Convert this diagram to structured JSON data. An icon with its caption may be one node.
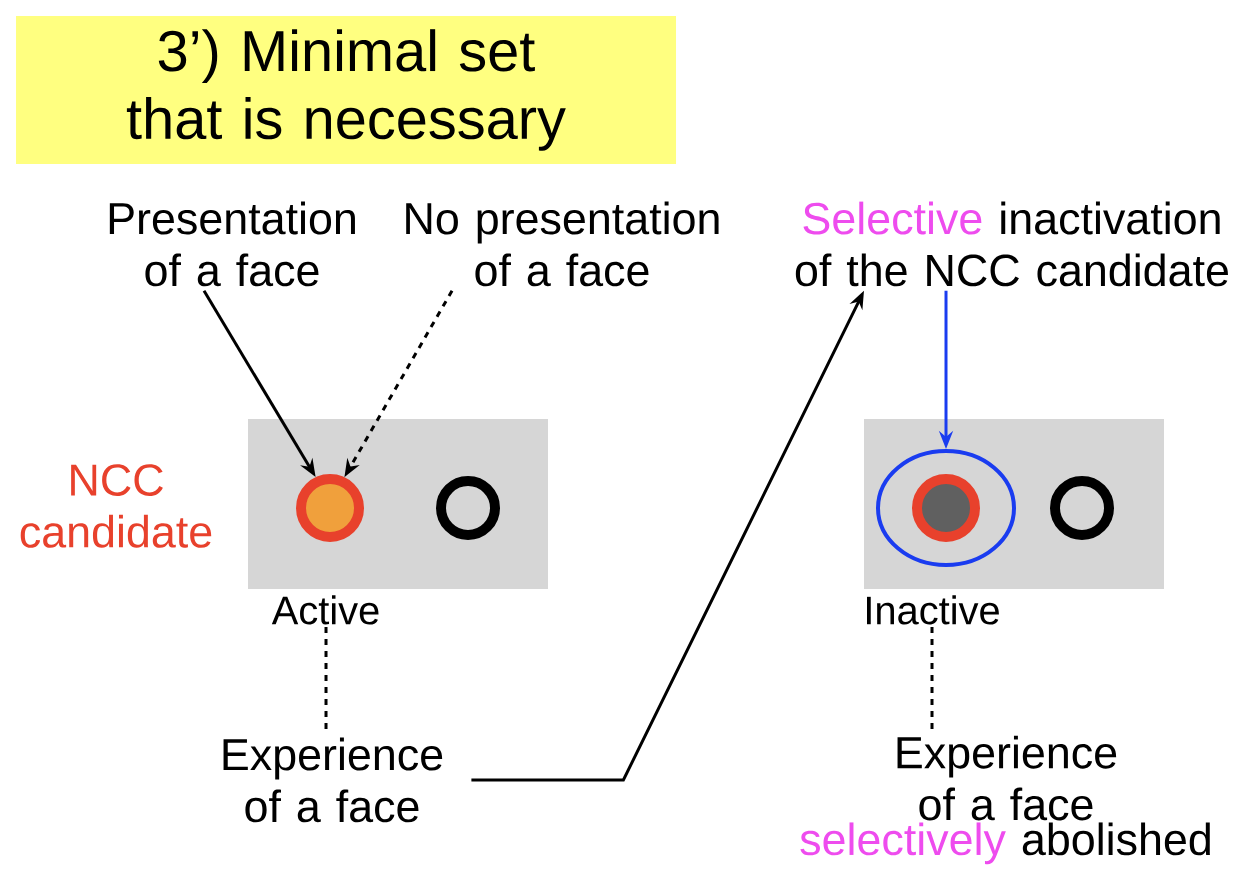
{
  "diagram": {
    "title": "3’) Minimal set that is necessary",
    "nodes": [
      {
        "text": [
          "Presentation of a face"
        ]
      },
      {
        "text": [
          "No presentation of a face"
        ]
      },
      {
        "text": [
          "Active"
        ],
        "beside": [
          "NCC candidate"
        ]
      },
      {
        "text": [],
        "shape": "circle",
        "in": 2
      },
      {
        "text": [],
        "shape": "circle",
        "in": 2
      },
      {
        "text": [
          "Experience of a face"
        ]
      },
      {
        "text": [
          "Selective",
          "inactivation of the NCC candidate"
        ]
      },
      {
        "text": [
          "Inactive"
        ]
      },
      {
        "text": [],
        "shape": "ellipse",
        "in": 7
      },
      {
        "text": [],
        "shape": "circle",
        "in": 8
      },
      {
        "text": [],
        "shape": "circle",
        "in": 7
      },
      {
        "text": [
          "Experience of a face",
          "selectively",
          "abolished"
        ]
      }
    ],
    "edges": [
      {
        "from": 0,
        "to": 3,
        "arrow": "to"
      },
      {
        "from": 1,
        "to": 3,
        "arrow": "to",
        "style": "dashed"
      },
      {
        "from": 2,
        "to": 5,
        "arrow": "none",
        "style": "dashed"
      },
      {
        "from": 5,
        "to": 6,
        "arrow": "to"
      },
      {
        "from": 6,
        "to": 8,
        "arrow": "to",
        "color": "#1a3cf0"
      },
      {
        "from": 7,
        "to": 11,
        "arrow": "none",
        "style": "dashed"
      }
    ]
  }
}
